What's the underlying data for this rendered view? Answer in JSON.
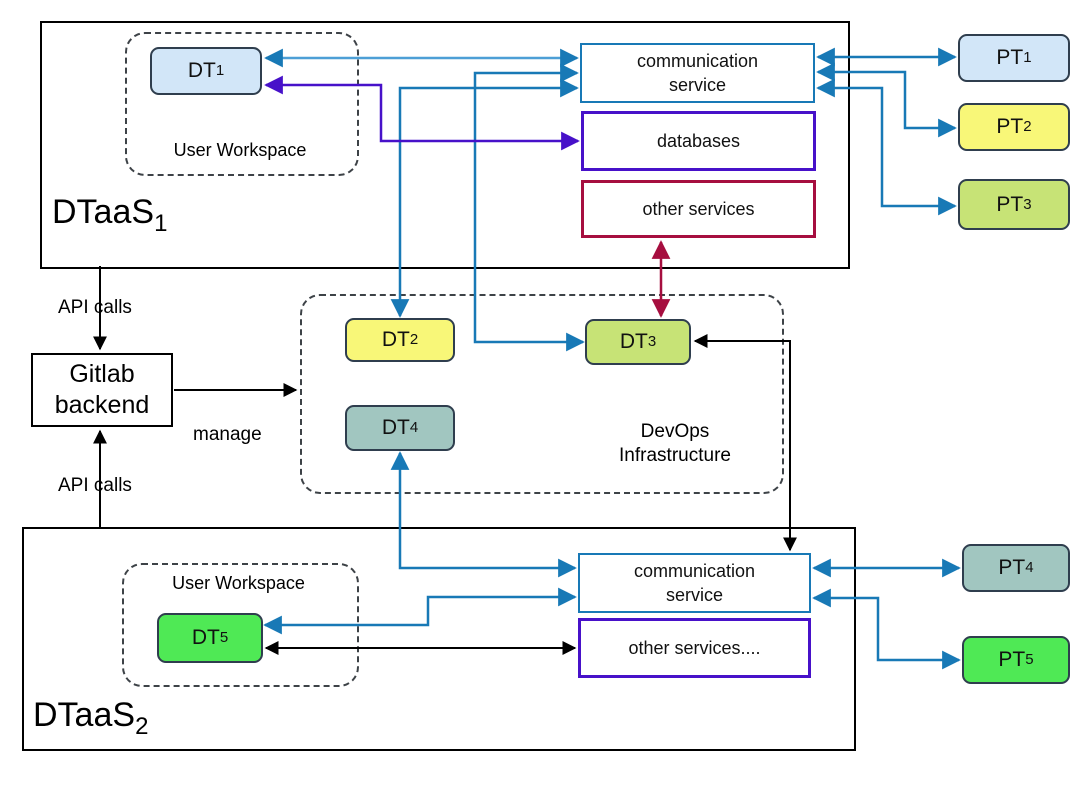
{
  "colors": {
    "line-blue": "#1879b6",
    "line-light-blue": "#4d9fd6",
    "line-purple": "#4711c9",
    "line-crimson": "#a60e3f",
    "line-black": "#000000",
    "node-border": "#2f3e4e",
    "fill-light-blue": "#d2e6f8",
    "fill-yellow": "#f8f778",
    "fill-yellow-green": "#c7e376",
    "fill-teal": "#a1c6c0",
    "fill-green": "#4fe955"
  },
  "dtaas1": {
    "label_base": "DTaaS",
    "label_sub": "1",
    "user_workspace_label": "User Workspace",
    "dt1": {
      "base": "DT",
      "sub": "1"
    },
    "comm_service": {
      "line1": "communication",
      "line2": "service"
    },
    "databases_label": "databases",
    "other_services_label": "other services"
  },
  "dtaas2": {
    "label_base": "DTaaS",
    "label_sub": "2",
    "user_workspace_label": "User Workspace",
    "dt5": {
      "base": "DT",
      "sub": "5"
    },
    "comm_service": {
      "line1": "communication",
      "line2": "service"
    },
    "other_services_label": "other services...."
  },
  "devops": {
    "label_line1": "DevOps",
    "label_line2": "Infrastructure",
    "dt2": {
      "base": "DT",
      "sub": "2"
    },
    "dt3": {
      "base": "DT",
      "sub": "3"
    },
    "dt4": {
      "base": "DT",
      "sub": "4"
    }
  },
  "gitlab": {
    "line1": "Gitlab",
    "line2": "backend",
    "api_calls_top": "API calls",
    "api_calls_bottom": "API calls",
    "manage_label": "manage"
  },
  "physical_twins": {
    "pt1": {
      "base": "PT",
      "sub": "1"
    },
    "pt2": {
      "base": "PT",
      "sub": "2"
    },
    "pt3": {
      "base": "PT",
      "sub": "3"
    },
    "pt4": {
      "base": "PT",
      "sub": "4"
    },
    "pt5": {
      "base": "PT",
      "sub": "5"
    }
  }
}
